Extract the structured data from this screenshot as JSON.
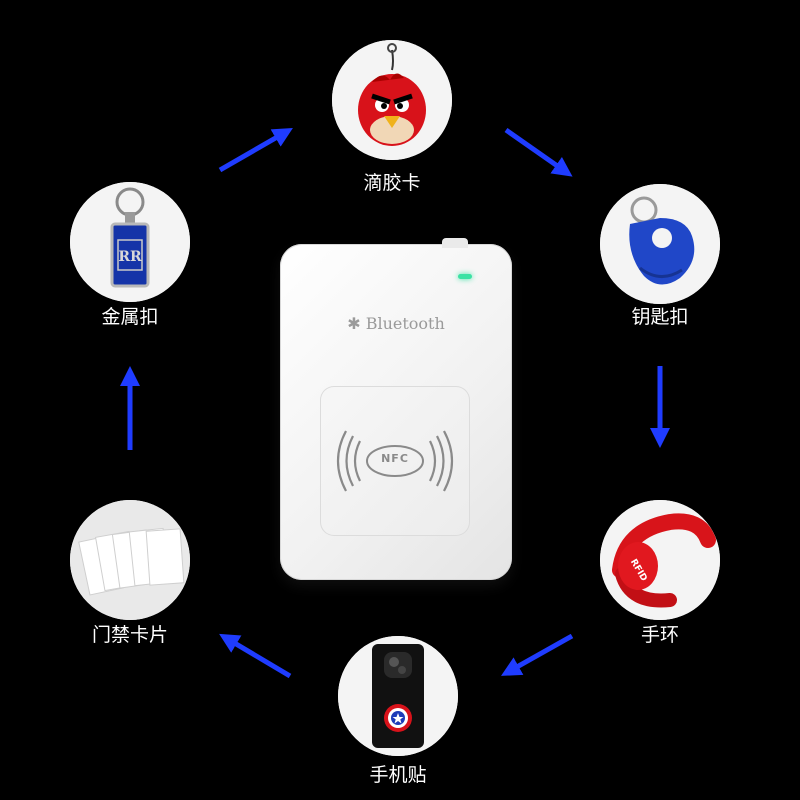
{
  "center_device": {
    "brand_text": "Bluetooth",
    "nfc_text": "NFC",
    "led_color": "#3be2a4"
  },
  "items": [
    {
      "label": "滴胶卡",
      "icon": "angry-bird-tag-icon"
    },
    {
      "label": "钥匙扣",
      "icon": "blue-key-fob-icon"
    },
    {
      "label": "手环",
      "icon": "red-wristband-icon"
    },
    {
      "label": "手机贴",
      "icon": "phone-sticker-icon"
    },
    {
      "label": "门禁卡片",
      "icon": "white-cards-icon"
    },
    {
      "label": "金属扣",
      "icon": "metal-keychain-icon"
    }
  ],
  "colors": {
    "background": "#000000",
    "arrow": "#1f3cff",
    "label": "#ffffff"
  }
}
